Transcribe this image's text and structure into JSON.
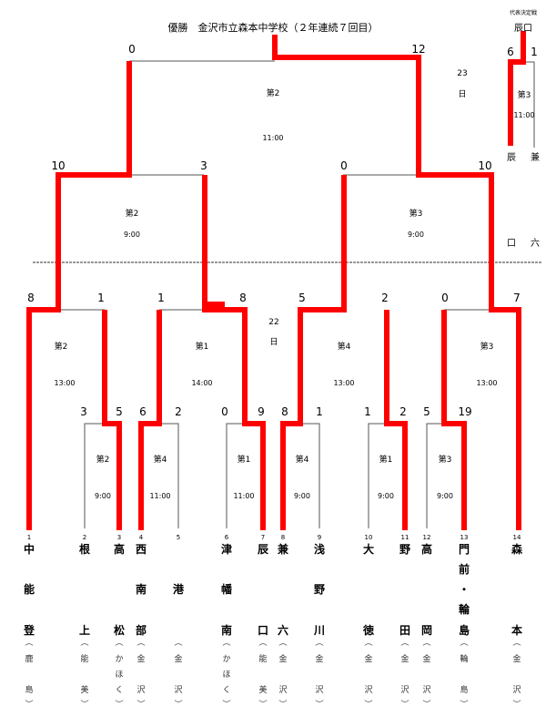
{
  "title": "優勝　金沢市立森本中学校（２年連続７回目）",
  "colors": {
    "winner_line": "#ff0000",
    "loser_line": "#666666",
    "dashed": "#333333"
  },
  "days": [
    {
      "label_num": "23",
      "label_day": "日"
    },
    {
      "label_num": "22",
      "label_day": "日"
    }
  ],
  "teams": [
    {
      "seed": "1",
      "name": [
        "中",
        "",
        "能",
        "",
        "登"
      ],
      "region": [
        "︵",
        "鹿",
        "",
        "島",
        "︶"
      ]
    },
    {
      "seed": "2",
      "name": [
        "根",
        "",
        "",
        "",
        "上"
      ],
      "region": [
        "︵",
        "能",
        "",
        "美",
        "︶"
      ]
    },
    {
      "seed": "3",
      "name": [
        "高",
        "",
        "",
        "",
        "松"
      ],
      "region": [
        "︵",
        "か",
        "ほ",
        "く",
        "︶"
      ]
    },
    {
      "seed": "4",
      "name": [
        "西",
        "",
        "南",
        "",
        "部"
      ],
      "region": [
        "︵",
        "金",
        "",
        "沢",
        "︶"
      ]
    },
    {
      "seed": "5",
      "name": [
        "",
        "",
        "港",
        "",
        ""
      ],
      "region": [
        "︵",
        "金",
        "",
        "沢",
        "︶"
      ]
    },
    {
      "seed": "6",
      "name": [
        "津",
        "",
        "幡",
        "",
        "南"
      ],
      "region": [
        "︵",
        "か",
        "ほ",
        "く",
        "︶"
      ]
    },
    {
      "seed": "7",
      "name": [
        "辰",
        "",
        "",
        "",
        "口"
      ],
      "region": [
        "︵",
        "能",
        "",
        "美",
        "︶"
      ]
    },
    {
      "seed": "8",
      "name": [
        "兼",
        "",
        "",
        "",
        "六"
      ],
      "region": [
        "︵",
        "金",
        "",
        "沢",
        "︶"
      ]
    },
    {
      "seed": "9",
      "name": [
        "浅",
        "",
        "野",
        "",
        "川"
      ],
      "region": [
        "︵",
        "金",
        "",
        "沢",
        "︶"
      ]
    },
    {
      "seed": "10",
      "name": [
        "大",
        "",
        "",
        "",
        "徳"
      ],
      "region": [
        "︵",
        "金",
        "",
        "沢",
        "︶"
      ]
    },
    {
      "seed": "11",
      "name": [
        "野",
        "",
        "",
        "",
        "田"
      ],
      "region": [
        "︵",
        "金",
        "",
        "沢",
        "︶"
      ]
    },
    {
      "seed": "12",
      "name": [
        "高",
        "",
        "",
        "",
        "岡"
      ],
      "region": [
        "︵",
        "金",
        "",
        "沢",
        "︶"
      ]
    },
    {
      "seed": "13",
      "name": [
        "門",
        "前",
        "・",
        "輪",
        "島"
      ],
      "region": [
        "︵",
        "輪",
        "",
        "島",
        "︶"
      ]
    },
    {
      "seed": "14",
      "name": [
        "森",
        "",
        "",
        "",
        "本"
      ],
      "region": [
        "︵",
        "金",
        "",
        "沢",
        "︶"
      ]
    }
  ],
  "round1": [
    {
      "teams": "2 vs 3",
      "scores": [
        "3",
        "5"
      ],
      "venue": "第2",
      "time": "9:00"
    },
    {
      "teams": "4 vs 5",
      "scores": [
        "6",
        "2"
      ],
      "venue": "第4",
      "time": "11:00"
    },
    {
      "teams": "6 vs 7",
      "scores": [
        "0",
        "9"
      ],
      "venue": "第1",
      "time": "11:00"
    },
    {
      "teams": "8 vs 9",
      "scores": [
        "8",
        "1"
      ],
      "venue": "第4",
      "time": "9:00"
    },
    {
      "teams": "10 vs 11",
      "scores": [
        "1",
        "2"
      ],
      "venue": "第1",
      "time": "9:00"
    },
    {
      "teams": "12 vs 13",
      "scores": [
        "5",
        "19"
      ],
      "venue": "第3",
      "time": "9:00"
    }
  ],
  "round2": [
    {
      "teams": "中能登 vs 高松",
      "scores": [
        "8",
        "1"
      ],
      "venue": "第2",
      "time": "13:00"
    },
    {
      "teams": "西南部 vs 辰口",
      "scores": [
        "1",
        "8"
      ],
      "venue": "第1",
      "time": "14:00"
    },
    {
      "teams": "兼六 vs 野田",
      "scores": [
        "5",
        "2"
      ],
      "venue": "第4",
      "time": "13:00"
    },
    {
      "teams": "門前・輪島 vs 森本",
      "scores": [
        "0",
        "7"
      ],
      "venue": "第3",
      "time": "13:00"
    }
  ],
  "semifinal": [
    {
      "teams": "中能登 vs 辰口",
      "scores": [
        "10",
        "3"
      ],
      "venue": "第2",
      "time": "9:00"
    },
    {
      "teams": "兼六 vs 森本",
      "scores": [
        "0",
        "10"
      ],
      "venue": "第3",
      "time": "9:00"
    }
  ],
  "final": {
    "teams": "中能登 vs 森本",
    "scores": [
      "0",
      "12"
    ],
    "venue": "第2",
    "time": "11:00"
  },
  "rep_playoff": {
    "header": "代表決定戦",
    "winner": "辰口",
    "scores": [
      "6",
      "1"
    ],
    "venue": "第3",
    "time": "11:00",
    "team_left": "辰",
    "team_right": "兼",
    "lower_left": "口",
    "lower_right": "六"
  }
}
